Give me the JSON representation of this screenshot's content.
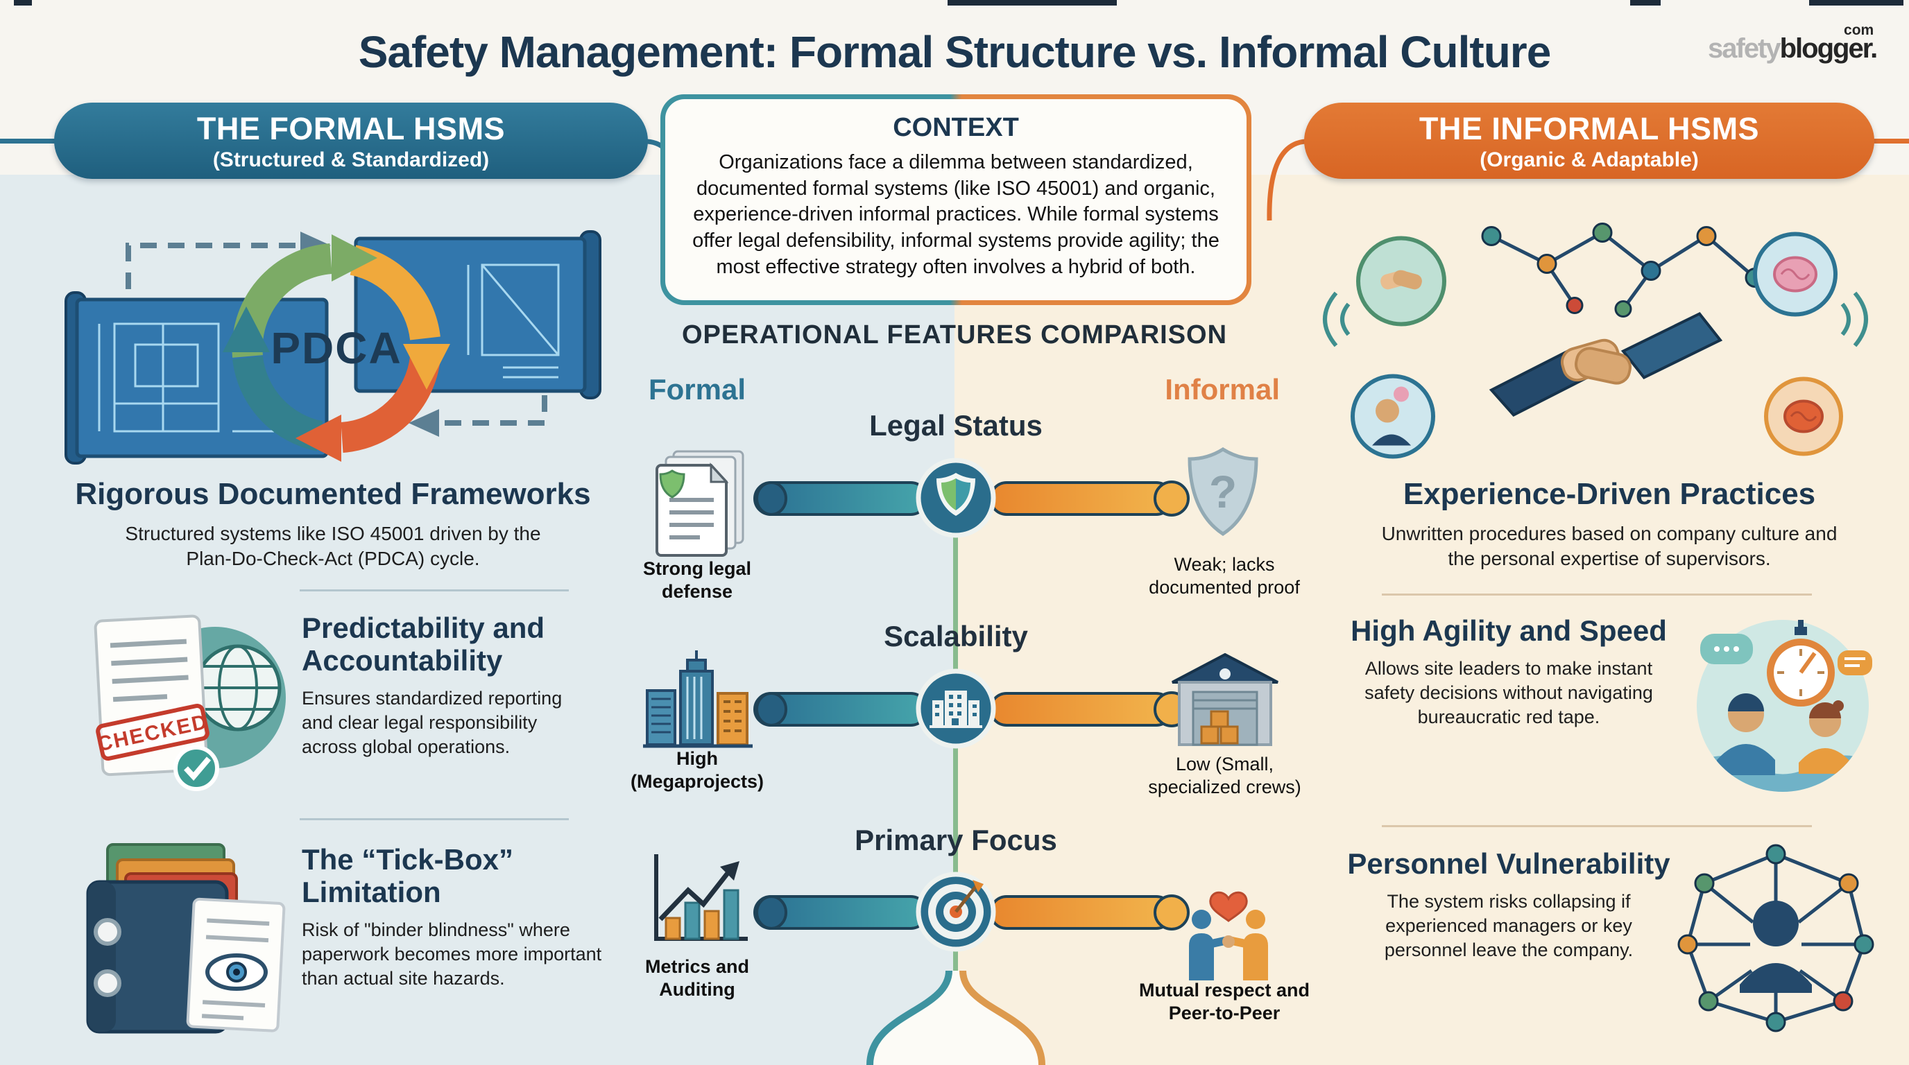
{
  "page": {
    "title": "Safety Management: Formal Structure vs. Informal Culture",
    "logo": {
      "prefix": "safety",
      "suffix": "blogger.",
      "tld": "com"
    }
  },
  "context": {
    "title": "CONTEXT",
    "body": "Organizations face a dilemma between standardized, documented formal systems (like ISO 45001) and organic, experience-driven informal practices. While formal systems offer legal defensibility, informal systems provide agility; the most effective strategy often involves a hybrid of both."
  },
  "formal": {
    "banner_title": "THE FORMAL HSMS",
    "banner_subtitle": "(Structured & Standardized)",
    "pdca_label": "PDCA",
    "stamp_label": "CHECKED",
    "intro": {
      "title": "Rigorous Documented Frameworks",
      "body": "Structured systems like ISO 45001 driven by the Plan-Do-Check-Act (PDCA) cycle."
    },
    "sections": [
      {
        "title": "Predictability and Accountability",
        "body": "Ensures standardized reporting and clear legal responsibility across global operations."
      },
      {
        "title": "The “Tick-Box” Limitation",
        "body": "Risk of \"binder blindness\" where paperwork becomes more important than actual site hazards."
      }
    ]
  },
  "informal": {
    "banner_title": "THE INFORMAL HSMS",
    "banner_subtitle": "(Organic & Adaptable)",
    "intro": {
      "title": "Experience-Driven Practices",
      "body": "Unwritten procedures based on company culture and the personal expertise of supervisors."
    },
    "sections": [
      {
        "title": "High Agility and Speed",
        "body": "Allows site leaders to make instant safety decisions without navigating bureaucratic red tape."
      },
      {
        "title": "Personnel Vulnerability",
        "body": "The system risks collapsing if experienced managers or key personnel leave the company."
      }
    ]
  },
  "comparison": {
    "title": "OPERATIONAL FEATURES COMPARISON",
    "formal_label": "Formal",
    "informal_label": "Informal",
    "rows": [
      {
        "feature": "Legal Status",
        "formal": "Strong legal defense",
        "informal": "Weak; lacks documented proof"
      },
      {
        "feature": "Scalability",
        "formal": "High (Megaprojects)",
        "informal": "Low (Small, specialized crews)"
      },
      {
        "feature": "Primary Focus",
        "formal": "Metrics and Auditing",
        "informal": "Mutual respect and Peer-to-Peer"
      }
    ]
  },
  "icons": {
    "question_mark": "?"
  },
  "colors": {
    "formal_accent": "#2d7392",
    "informal_accent": "#e0702e",
    "heading": "#1c3750",
    "left_bg": "#e2ebee",
    "right_bg": "#f9f0df"
  }
}
